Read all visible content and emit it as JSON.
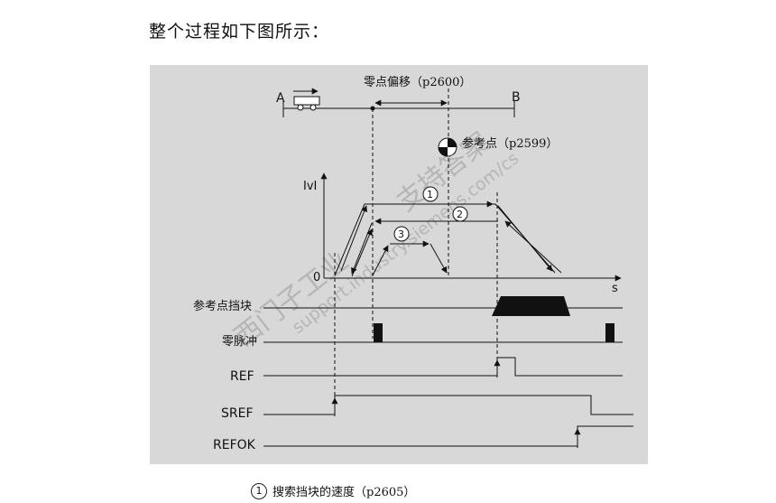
{
  "heading": "整个过程如下图所示：",
  "diagram": {
    "point_a": "A",
    "point_b": "B",
    "zero_offset": "零点偏移（p2600）",
    "ref_point": "参考点（p2599）",
    "axis_v": "IvI",
    "axis_zero": "0",
    "axis_s": "s",
    "markers": [
      "1",
      "2",
      "3"
    ],
    "signals": {
      "ref_cam": "参考点挡块",
      "zero_pulse": "零脉冲",
      "ref": "REF",
      "sref": "SREF",
      "refok": "REFOK"
    },
    "watermark": [
      "西门子工业",
      "支持答案",
      "support.industry.siemens.com/cs"
    ]
  },
  "footnote": {
    "marker": "1",
    "text": "搜索挡块的速度（p2605）"
  }
}
